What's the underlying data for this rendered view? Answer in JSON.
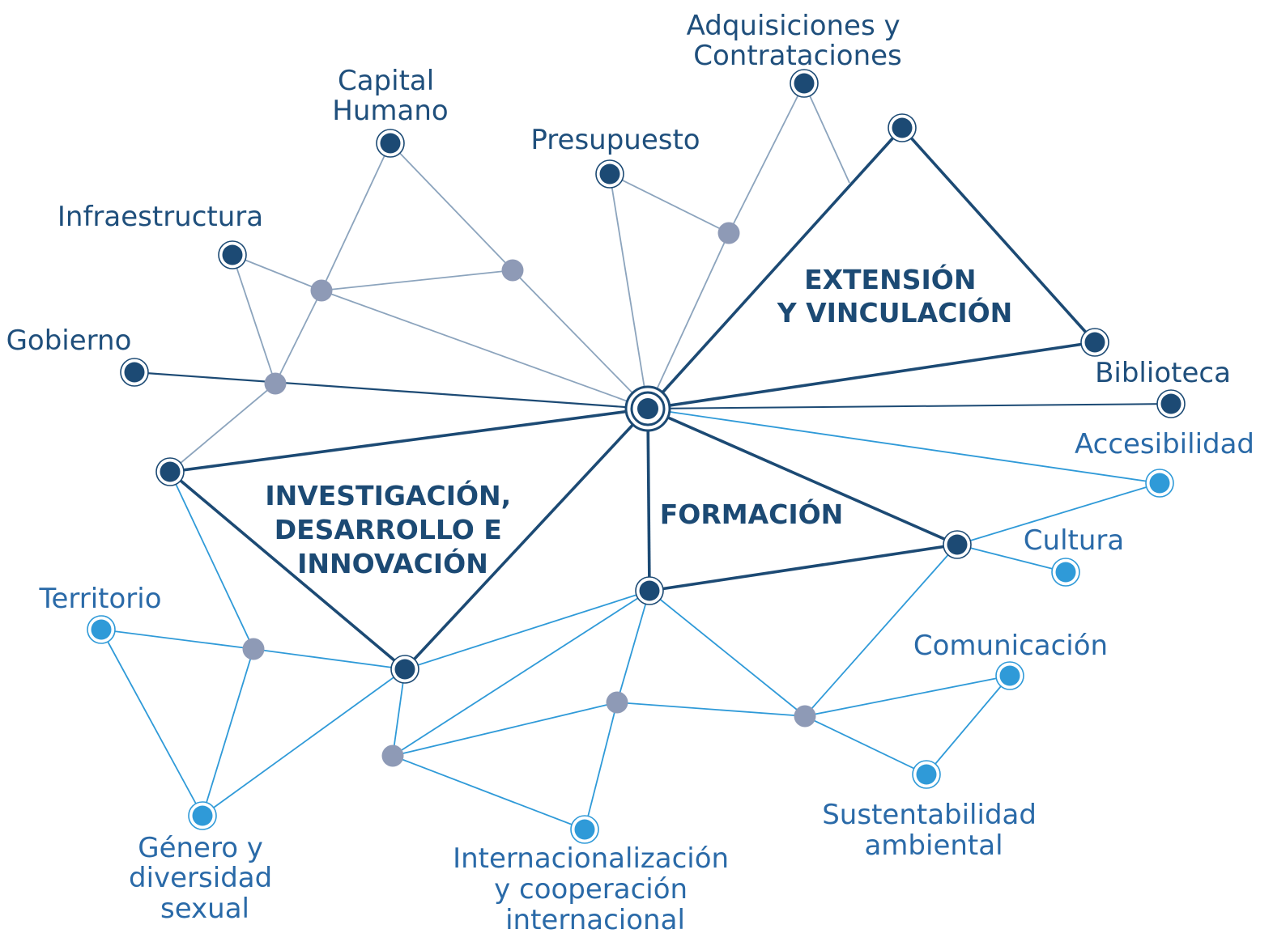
{
  "colors": {
    "dark": "#1c4a74",
    "gray": "#8e9ab6",
    "blue": "#2f9ad8",
    "grayLine": "#8ca4bd",
    "label_dark": "#1f4f7c",
    "label_blue": "#2a6aa8"
  },
  "areas": {
    "extension": [
      "EXTENSIÓN",
      "Y VINCULACIÓN"
    ],
    "investigation": [
      "INVESTIGACIÓN,",
      "DESARROLLO E",
      "INNOVACIÓN"
    ],
    "formation": [
      "FORMACIÓN"
    ]
  },
  "labels": {
    "adquisiciones": [
      "Adquisiciones y",
      "Contrataciones"
    ],
    "capital_humano": [
      "Capital",
      "Humano"
    ],
    "presupuesto": [
      "Presupuesto"
    ],
    "infraestructura": [
      "Infraestructura"
    ],
    "gobierno": [
      "Gobierno"
    ],
    "biblioteca": [
      "Biblioteca"
    ],
    "accesibilidad": [
      "Accesibilidad"
    ],
    "cultura": [
      "Cultura"
    ],
    "territorio": [
      "Territorio"
    ],
    "comunicacion": [
      "Comunicación"
    ],
    "sustentabilidad": [
      "Sustentabilidad",
      "ambiental"
    ],
    "genero": [
      "Género y",
      "diversidad",
      "sexual"
    ],
    "internacionalizacion": [
      "Internacionalización",
      "y cooperación",
      "internacional"
    ]
  }
}
